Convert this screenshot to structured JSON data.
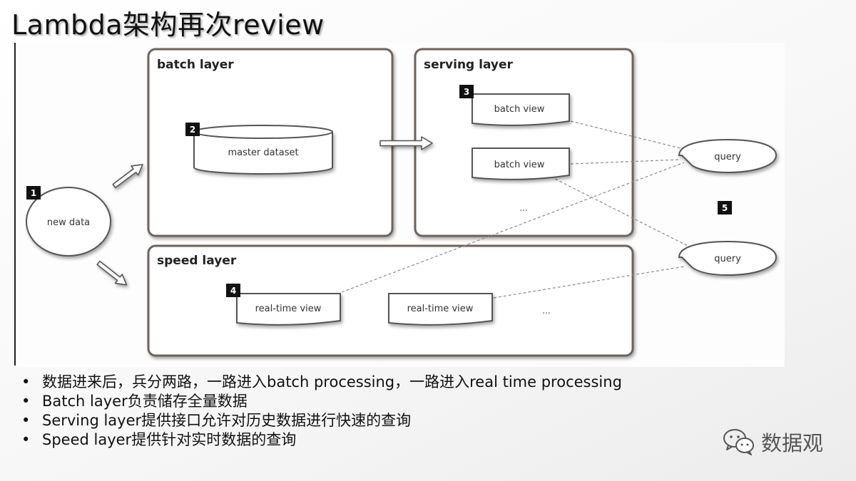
{
  "title": "Lambda架构再次review",
  "diagram": {
    "batch_layer": {
      "title": "batch layer",
      "master_dataset": "master dataset"
    },
    "serving_layer": {
      "title": "serving layer",
      "view_1": "batch view",
      "view_2": "batch view",
      "ellipsis": "..."
    },
    "speed_layer": {
      "title": "speed layer",
      "view_1": "real-time view",
      "view_2": "real-time view",
      "ellipsis": "..."
    },
    "new_data": "new data",
    "query_1": "query",
    "query_2": "query",
    "badges": {
      "new_data": "1",
      "master_dataset": "2",
      "batch_view": "3",
      "realtime_view": "4",
      "query": "5"
    }
  },
  "bullets": [
    "数据进来后，兵分两路，一路进入batch processing，一路进入real time processing",
    "Batch layer负责储存全量数据",
    "Serving layer提供接口允许对历史数据进行快速的查询",
    "Speed layer提供针对实时数据的查询"
  ],
  "bullet_marker": "•",
  "watermark": {
    "text": "数据观",
    "icon": "wechat-icon"
  }
}
